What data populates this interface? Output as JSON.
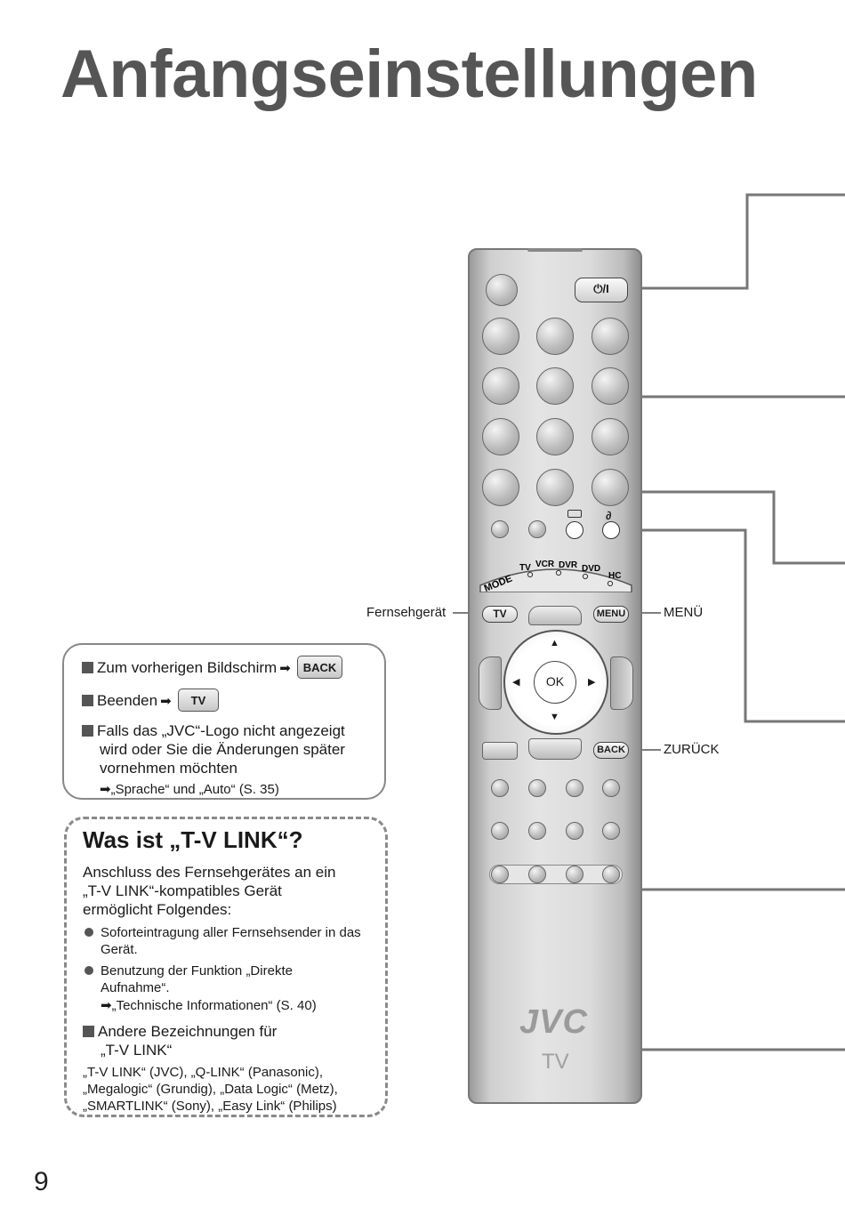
{
  "page": {
    "title": "Anfangseinstellungen",
    "page_number": "9"
  },
  "info_box": {
    "item1_text": "Zum vorherigen Bildschirm",
    "item1_key": "BACK",
    "item2_text": "Beenden",
    "item2_key": "TV",
    "item3_text_1": "Falls das „JVC“-Logo nicht angezeigt",
    "item3_text_2": "wird oder Sie die Änderungen später",
    "item3_text_3": "vornehmen möchten",
    "item3_ref": "„Sprache“ und „Auto“ (S. 35)"
  },
  "tvlink": {
    "heading": "Was ist „T-V LINK“?",
    "intro_1": "Anschluss des Fernsehgerätes an ein",
    "intro_2": "„T-V LINK“-kompatibles Gerät",
    "intro_3": "ermöglicht Folgendes:",
    "bullet1_1": "Soforteintragung aller Fernsehsender in das",
    "bullet1_2": "Gerät.",
    "bullet2_1": "Benutzung der Funktion „Direkte",
    "bullet2_2": "Aufnahme“.",
    "bullet2_ref": "„Technische Informationen“ (S. 40)",
    "other_1": "Andere Bezeichnungen für",
    "other_2": "„T-V LINK“",
    "names_1": "„T-V LINK“ (JVC), „Q-LINK“ (Panasonic),",
    "names_2": "„Megalogic“ (Grundig), „Data Logic“ (Metz),",
    "names_3": "„SMARTLINK“ (Sony), „Easy Link“ (Philips)"
  },
  "remote": {
    "power_label": "⏻/I",
    "mode_label": "MODE",
    "mode_tv": "TV",
    "mode_vcr": "VCR",
    "mode_dvr": "DVR",
    "mode_dvd": "DVD",
    "mode_hc": "HC",
    "tv_button": "TV",
    "menu_button": "MENU",
    "ok_button": "OK",
    "back_button": "BACK",
    "brand": "JVC",
    "brand_sub": "TV"
  },
  "callouts": {
    "fernsehgeraet": "Fernsehgerät",
    "menue": "MENÜ",
    "zurueck": "ZURÜCK"
  }
}
